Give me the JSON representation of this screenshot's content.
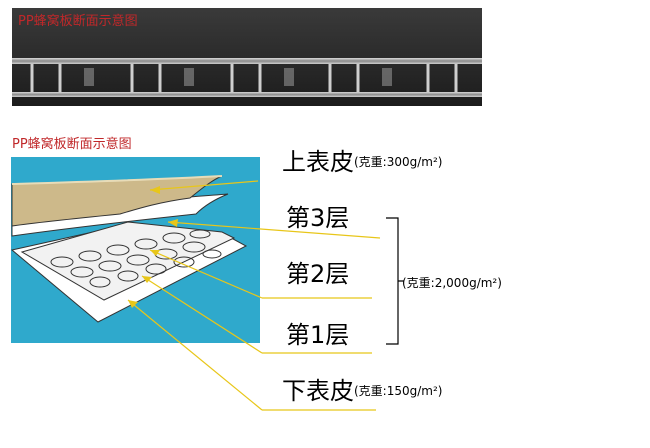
{
  "photo": {
    "title": "PP蜂窝板断面示意图"
  },
  "diagram": {
    "title": "PP蜂窝板断面示意图",
    "layers": [
      {
        "name": "上表皮",
        "spec": "(克重:300g/m²)"
      },
      {
        "name": "第3层",
        "spec": ""
      },
      {
        "name": "第2层",
        "spec": ""
      },
      {
        "name": "第1层",
        "spec": ""
      },
      {
        "name": "下表皮",
        "spec": "(克重:150g/m²)"
      }
    ],
    "group_spec": "(克重:2,000g/m²)"
  },
  "colors": {
    "title_red": "#c0282a",
    "background_blue": "#2fa9cc",
    "top_skin": "#cdb98a",
    "leader_yellow": "#e8c619"
  }
}
